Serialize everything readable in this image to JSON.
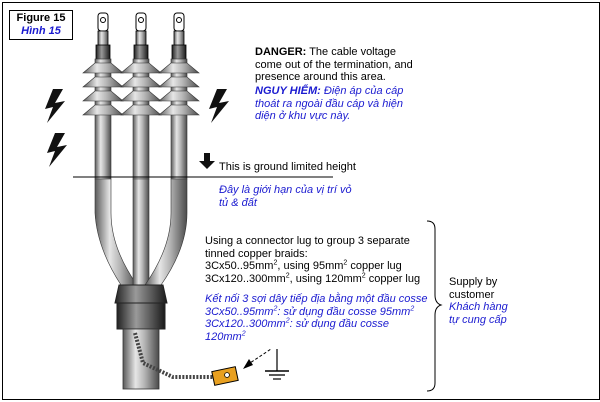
{
  "figure": {
    "label_en": "Figure 15",
    "label_vi": "Hình 15"
  },
  "danger": {
    "title_en": "DANGER:",
    "text_en_1": "The cable voltage",
    "text_en_2": "come out of the termination, and",
    "text_en_3": "presence around this area.",
    "title_vi": "NGUY HIỂM:",
    "text_vi_1": "Điện áp của cáp",
    "text_vi_2": "thoát ra ngoài đầu cáp và hiện",
    "text_vi_3": "diện ở khu vực này."
  },
  "ground": {
    "text_en": "This is ground limited height",
    "text_vi_1": "Đây là giới hạn của vị trí vỏ",
    "text_vi_2": "tủ & đất"
  },
  "connector": {
    "en_1": "Using a connector lug to group 3 separate",
    "en_2": "tinned copper braids:",
    "en_3a": "3Cx50..95mm",
    "en_3b": ", using 95mm",
    "en_3c": " copper lug",
    "en_4a": "3Cx120..300mm",
    "en_4b": ", using 120mm",
    "en_4c": " copper lug",
    "vi_1": "Kết nối 3 sợi dây tiếp địa bằng một đầu cosse",
    "vi_2a": "3Cx50..95mm",
    "vi_2b": ": sử dụng đầu cosse 95mm",
    "vi_3a": "3Cx120..300mm",
    "vi_3b": ": sử dụng đầu cosse 120mm",
    "sup": "2"
  },
  "supply": {
    "en_1": "Supply by",
    "en_2": "customer",
    "vi_1": "Khách hàng",
    "vi_2": "tự cung cấp"
  },
  "colors": {
    "blue_text": "#1a1ad0",
    "cable_gray": "#9a9a9a",
    "lug_orange": "#e8a020"
  }
}
